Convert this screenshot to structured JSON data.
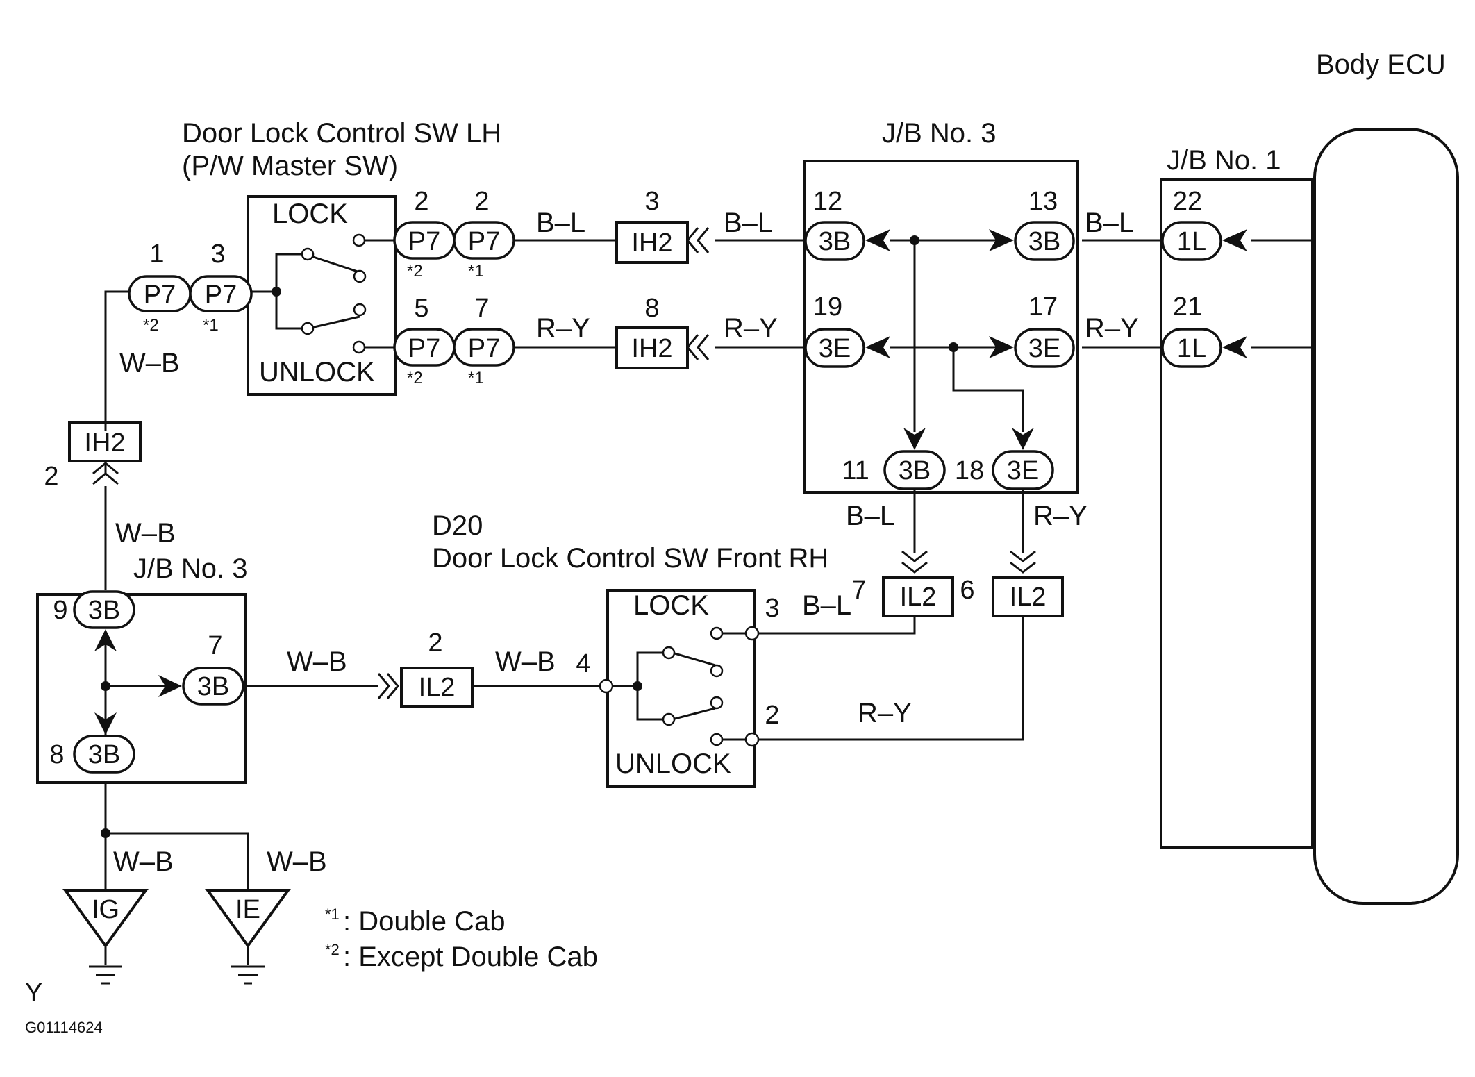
{
  "figure_id": "G01114624",
  "corner_letter": "Y",
  "components": {
    "body_ecu": "Body ECU",
    "master_sw": {
      "title_line1": "Door Lock Control SW LH",
      "title_line2": "(P/W Master SW)",
      "lock": "LOCK",
      "unlock": "UNLOCK"
    },
    "front_rh_sw": {
      "code": "D20",
      "title": "Door Lock Control SW Front RH",
      "lock": "LOCK",
      "unlock": "UNLOCK"
    },
    "jb3_top": "J/B No. 3",
    "jb3_bottom": "J/B No. 3",
    "jb1": "J/B No. 1"
  },
  "connectors": {
    "p7": "P7",
    "ih2": "IH2",
    "il2": "IL2",
    "c3b": "3B",
    "c3e": "3E",
    "c1l": "1L",
    "ig": "IG",
    "ie": "IE"
  },
  "wire_colors": {
    "bl": "B–L",
    "ry": "R–Y",
    "wb": "W–B"
  },
  "pins": {
    "p7_left_1": "1",
    "p7_left_3": "3",
    "p7_top_a": "2",
    "p7_top_b": "2",
    "p7_bot_a": "5",
    "p7_bot_b": "7",
    "ih2_top": "3",
    "ih2_mid": "8",
    "ih2_left": "2",
    "jb3_12": "12",
    "jb3_13": "13",
    "jb3_19": "19",
    "jb3_17": "17",
    "jb3_11": "11",
    "jb3_18": "18",
    "jb1_22": "22",
    "jb1_21": "21",
    "il2_7": "7",
    "il2_6": "6",
    "il2_mid": "2",
    "sw_rh_3": "3",
    "sw_rh_4": "4",
    "sw_rh_2": "2",
    "jb3b_9": "9",
    "jb3b_7": "7",
    "jb3b_8": "8"
  },
  "marks": {
    "s1": "*1",
    "s2": "*2"
  },
  "notes": {
    "n1_mark": "*1",
    "n1_text": ": Double Cab",
    "n2_mark": "*2",
    "n2_text": ": Except Double Cab"
  }
}
